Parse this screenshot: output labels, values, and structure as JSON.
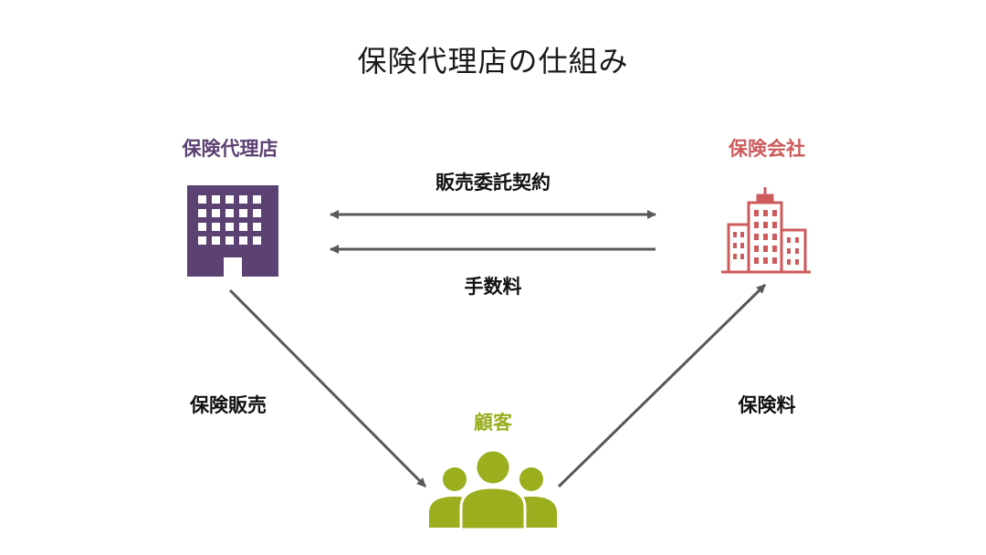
{
  "title": "保険代理店の仕組み",
  "nodes": {
    "agency": {
      "label": "保険代理店",
      "color": "#5b4272",
      "icon": "office-building-icon"
    },
    "insurer": {
      "label": "保険会社",
      "color": "#cd5b5b",
      "icon": "skyscraper-buildings-icon"
    },
    "customer": {
      "label": "顧客",
      "color": "#9aae1e",
      "icon": "people-group-icon"
    }
  },
  "edges": {
    "contract": {
      "label": "販売委託契約",
      "direction": "bidirectional",
      "from": "agency",
      "to": "insurer"
    },
    "commission": {
      "label": "手数料",
      "direction": "to-agency",
      "from": "insurer",
      "to": "agency"
    },
    "sales": {
      "label": "保険販売",
      "direction": "to-customer",
      "from": "agency",
      "to": "customer"
    },
    "premium": {
      "label": "保険料",
      "direction": "to-insurer",
      "from": "customer",
      "to": "insurer"
    }
  },
  "colors": {
    "arrow": "#595959"
  }
}
